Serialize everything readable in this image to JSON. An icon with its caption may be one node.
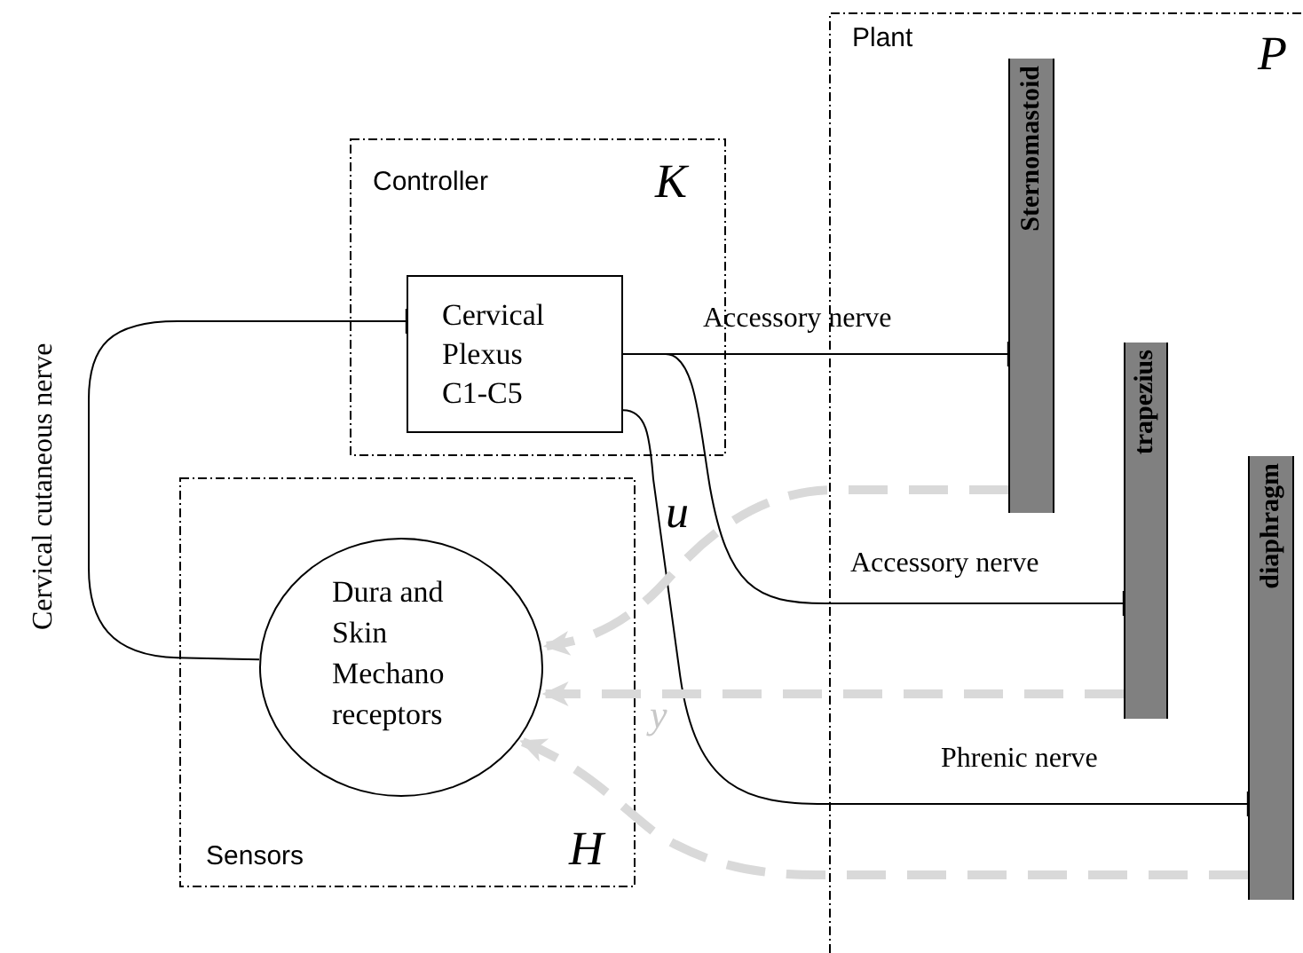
{
  "diagram": {
    "nodes": [
      {
        "text": [
          "Plant",
          "P"
        ]
      },
      {
        "text": [
          "Sternomastoid"
        ],
        "in": 0
      },
      {
        "text": [
          "trapezius"
        ],
        "in": 0
      },
      {
        "text": [
          "diaphragm"
        ],
        "in": 0
      },
      {
        "text": [
          "Controller",
          "K"
        ]
      },
      {
        "text": [
          "Cervical Plexus C1-C5"
        ],
        "in": 4
      },
      {
        "text": [
          "Sensors",
          "H"
        ]
      },
      {
        "text": [
          "Dura and Skin Mechano receptors"
        ],
        "in": 6
      }
    ],
    "edges": [
      {
        "from": 5,
        "to": 1,
        "arrow": "other",
        "label": "Accessory nerve"
      },
      {
        "from": 5,
        "to": 2,
        "arrow": "other",
        "label": "Accessory nerve"
      },
      {
        "from": 5,
        "to": 3,
        "arrow": "other",
        "label": "Phrenic nerve"
      },
      {
        "from": 7,
        "to": 5,
        "arrow": "other",
        "label": "Cervical cutaneous nerve"
      },
      {
        "from": 1,
        "to": 7,
        "arrow": "to",
        "style": "dashed",
        "color": "#d9d9d9"
      },
      {
        "from": 2,
        "to": 7,
        "arrow": "to",
        "style": "dashed",
        "color": "#d9d9d9"
      },
      {
        "from": 3,
        "to": 7,
        "arrow": "to",
        "style": "dashed",
        "color": "#d9d9d9"
      }
    ],
    "labels": [
      "u",
      "y"
    ]
  }
}
